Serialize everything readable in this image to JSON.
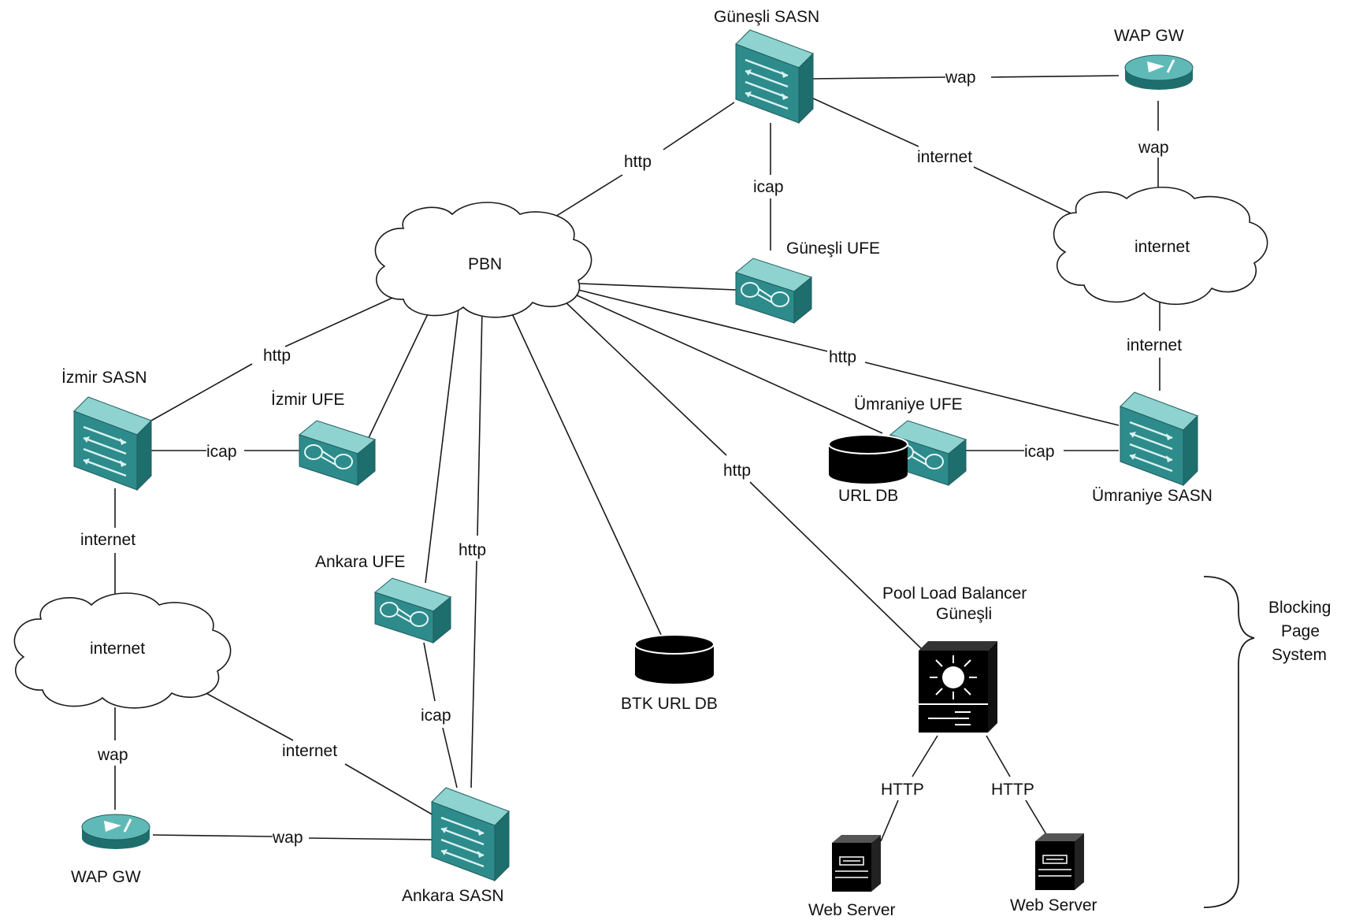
{
  "colors": {
    "device_top": "#8fd3d1",
    "device_front": "#2e8b8b",
    "device_side": "#1f6e6e",
    "line": "#1a1a1a",
    "db": "#000000"
  },
  "nodes": {
    "guneSli_sasn": {
      "label": "Güneşli SASN",
      "icon": "sasn-icon"
    },
    "wap_gw_top": {
      "label": "WAP GW",
      "icon": "wap-gateway-icon"
    },
    "internet_right": {
      "label": "internet",
      "icon": "cloud-icon"
    },
    "pbn": {
      "label": "PBN",
      "icon": "cloud-icon"
    },
    "guneSli_ufe": {
      "label": "Güneşli UFE",
      "icon": "ufe-icon"
    },
    "izmir_sasn": {
      "label": "İzmir SASN",
      "icon": "sasn-icon"
    },
    "izmir_ufe": {
      "label": "İzmir UFE",
      "icon": "ufe-icon"
    },
    "umraniye_ufe": {
      "label": "Ümraniye UFE",
      "icon": "ufe-icon"
    },
    "url_db": {
      "label": "URL DB",
      "icon": "database-icon"
    },
    "umraniye_sasn": {
      "label": "Ümraniye SASN",
      "icon": "sasn-icon"
    },
    "internet_left": {
      "label": "internet",
      "icon": "cloud-icon"
    },
    "ankara_ufe": {
      "label": "Ankara UFE",
      "icon": "ufe-icon"
    },
    "btk_url_db": {
      "label": "BTK URL DB",
      "icon": "database-icon"
    },
    "pool_lb": {
      "label_line1": "Pool Load Balancer",
      "label_line2": "Güneşli",
      "icon": "load-balancer-icon"
    },
    "wap_gw_bottom": {
      "label": "WAP GW",
      "icon": "wap-gateway-icon"
    },
    "ankara_sasn": {
      "label": "Ankara SASN",
      "icon": "sasn-icon"
    },
    "web_server_1": {
      "label": "Web Server",
      "icon": "web-server-icon"
    },
    "web_server_2": {
      "label": "Web Server",
      "icon": "web-server-icon"
    }
  },
  "links": {
    "guneSli_wap": "wap",
    "guneSli_pbn": "http",
    "guneSli_ufe": "icap",
    "guneSli_internet": "internet",
    "wapgw_internet": "wap",
    "internet_umraniye": "internet",
    "pbn_umraniye": "http",
    "umraniye_icap": "icap",
    "pbn_izmir": "http",
    "izmir_icap": "icap",
    "izmir_internet": "internet",
    "pbn_ankara": "http",
    "ankara_icap": "icap",
    "pbn_lb": "http",
    "internet_wap_left": "wap",
    "internet_ankara": "internet",
    "wapgw_ankara": "wap",
    "lb_ws1": "HTTP",
    "lb_ws2": "HTTP"
  },
  "blocking_page": {
    "line1": "Blocking",
    "line2": "Page",
    "line3": "System"
  }
}
